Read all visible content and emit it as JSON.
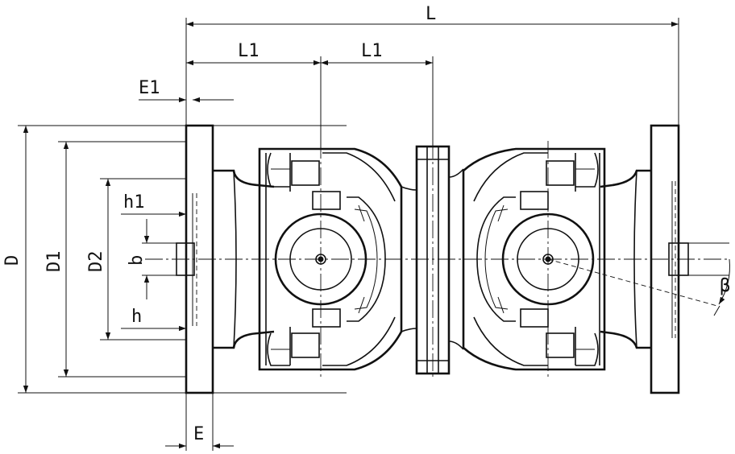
{
  "labels": {
    "L": "L",
    "L1_left": "L1",
    "L1_right": "L1",
    "E1": "E1",
    "E": "E",
    "D": "D",
    "D1": "D1",
    "D2": "D2",
    "h1": "h1",
    "b": "b",
    "h": "h",
    "beta": "β"
  },
  "colors": {
    "line": "#111111",
    "background": "#ffffff"
  }
}
